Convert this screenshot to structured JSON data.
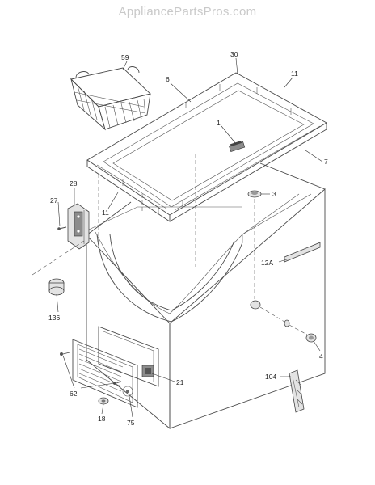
{
  "watermark": "AppliancePartsPros.com",
  "callouts": [
    "59",
    "30",
    "6",
    "11",
    "1",
    "7",
    "28",
    "27",
    "3",
    "11",
    "12A",
    "136",
    "4",
    "104",
    "21",
    "62",
    "18",
    "75"
  ]
}
